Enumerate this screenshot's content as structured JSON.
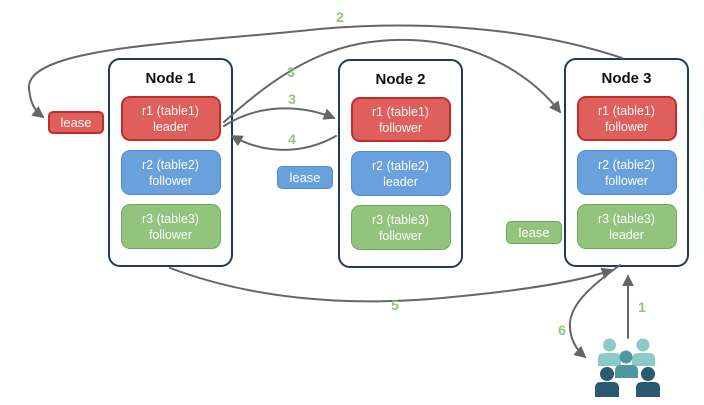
{
  "diagram": {
    "nodes": [
      {
        "title": "Node 1",
        "replicas": [
          {
            "name": "r1 (table1)",
            "role": "leader",
            "color": "red"
          },
          {
            "name": "r2 (table2)",
            "role": "follower",
            "color": "blue"
          },
          {
            "name": "r3 (table3)",
            "role": "follower",
            "color": "green"
          }
        ]
      },
      {
        "title": "Node 2",
        "replicas": [
          {
            "name": "r1 (table1)",
            "role": "follower",
            "color": "red"
          },
          {
            "name": "r2 (table2)",
            "role": "leader",
            "color": "blue"
          },
          {
            "name": "r3 (table3)",
            "role": "follower",
            "color": "green"
          }
        ]
      },
      {
        "title": "Node 3",
        "replicas": [
          {
            "name": "r1 (table1)",
            "role": "follower",
            "color": "red"
          },
          {
            "name": "r2 (table2)",
            "role": "follower",
            "color": "blue"
          },
          {
            "name": "r3 (table3)",
            "role": "leader",
            "color": "green"
          }
        ]
      }
    ],
    "leases": {
      "red": "lease",
      "blue": "lease",
      "green": "lease"
    },
    "steps": {
      "s1": "1",
      "s2": "2",
      "s3a": "3",
      "s3b": "3",
      "s4": "4",
      "s5": "5",
      "s6": "6"
    },
    "colors": {
      "red_fill": "#df5f5c",
      "red_border": "#c02d2a",
      "blue_fill": "#68a1dc",
      "blue_border": "#4e8ccc",
      "green_fill": "#92c47e",
      "green_border": "#6caa55",
      "node_border": "#20395c",
      "arrow": "#666666",
      "step_label": "#8cc878",
      "people_light": "#8ec9c9",
      "people_mid": "#4e98a0",
      "people_dark": "#2a5a70"
    }
  }
}
